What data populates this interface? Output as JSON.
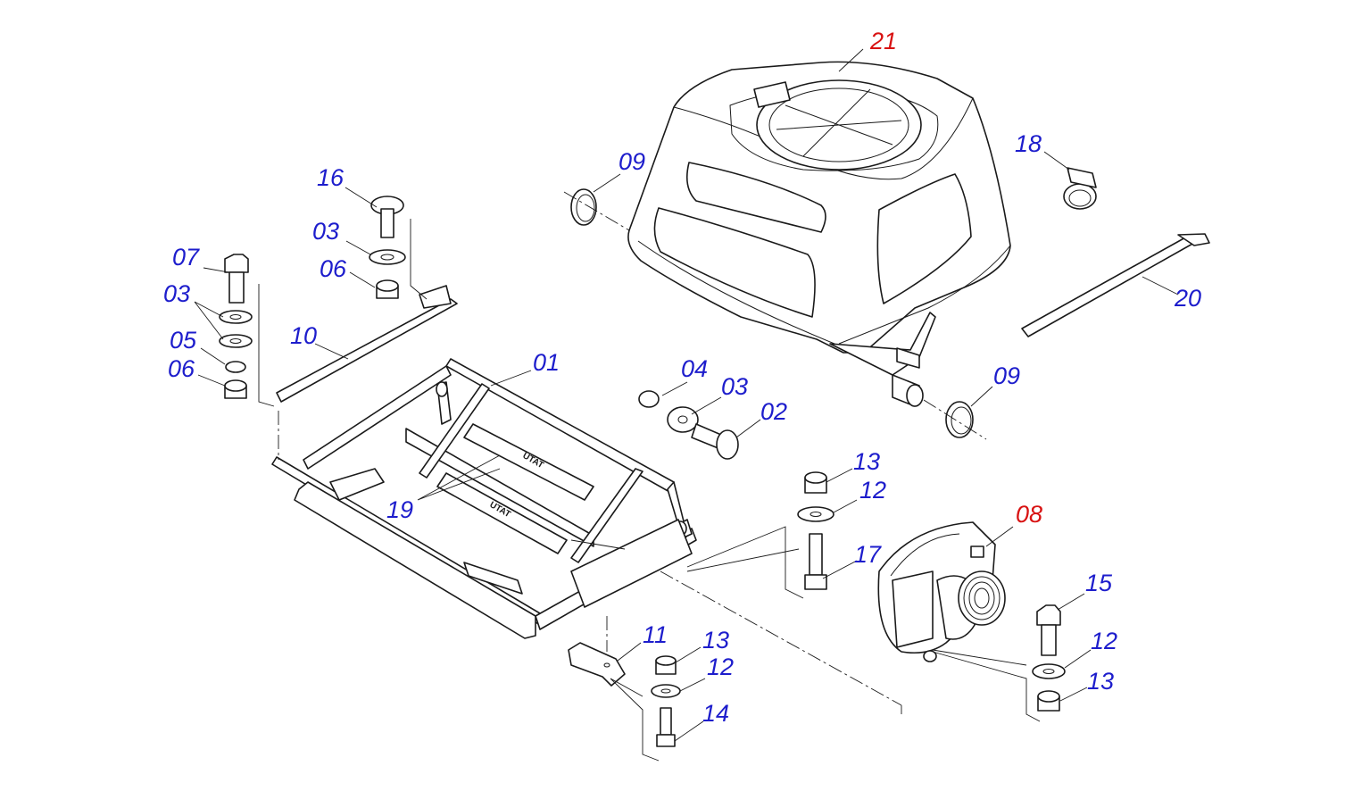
{
  "diagram": {
    "colors": {
      "label_default": "#1d1dcc",
      "label_assembly": "#d81212",
      "line": "#1a1a1a"
    },
    "frame_stamps": [
      "UTAT",
      "UTAT"
    ],
    "labels": [
      {
        "id": "l21",
        "text": "21",
        "kind": "assembly"
      },
      {
        "id": "l09a",
        "text": "09",
        "kind": "part"
      },
      {
        "id": "l18",
        "text": "18",
        "kind": "part"
      },
      {
        "id": "l16",
        "text": "16",
        "kind": "part"
      },
      {
        "id": "l03a",
        "text": "03",
        "kind": "part"
      },
      {
        "id": "l06a",
        "text": "06",
        "kind": "part"
      },
      {
        "id": "l07",
        "text": "07",
        "kind": "part"
      },
      {
        "id": "l03b",
        "text": "03",
        "kind": "part"
      },
      {
        "id": "l05",
        "text": "05",
        "kind": "part"
      },
      {
        "id": "l06b",
        "text": "06",
        "kind": "part"
      },
      {
        "id": "l10",
        "text": "10",
        "kind": "part"
      },
      {
        "id": "l01",
        "text": "01",
        "kind": "part"
      },
      {
        "id": "l04",
        "text": "04",
        "kind": "part"
      },
      {
        "id": "l03c",
        "text": "03",
        "kind": "part"
      },
      {
        "id": "l02",
        "text": "02",
        "kind": "part"
      },
      {
        "id": "l20",
        "text": "20",
        "kind": "part"
      },
      {
        "id": "l09b",
        "text": "09",
        "kind": "part"
      },
      {
        "id": "l19",
        "text": "19",
        "kind": "part"
      },
      {
        "id": "l13a",
        "text": "13",
        "kind": "part"
      },
      {
        "id": "l12a",
        "text": "12",
        "kind": "part"
      },
      {
        "id": "l17",
        "text": "17",
        "kind": "part"
      },
      {
        "id": "l08",
        "text": "08",
        "kind": "assembly"
      },
      {
        "id": "l15",
        "text": "15",
        "kind": "part"
      },
      {
        "id": "l12b",
        "text": "12",
        "kind": "part"
      },
      {
        "id": "l13b",
        "text": "13",
        "kind": "part"
      },
      {
        "id": "l11",
        "text": "11",
        "kind": "part"
      },
      {
        "id": "l13c",
        "text": "13",
        "kind": "part"
      },
      {
        "id": "l12c",
        "text": "12",
        "kind": "part"
      },
      {
        "id": "l14",
        "text": "14",
        "kind": "part"
      }
    ]
  }
}
